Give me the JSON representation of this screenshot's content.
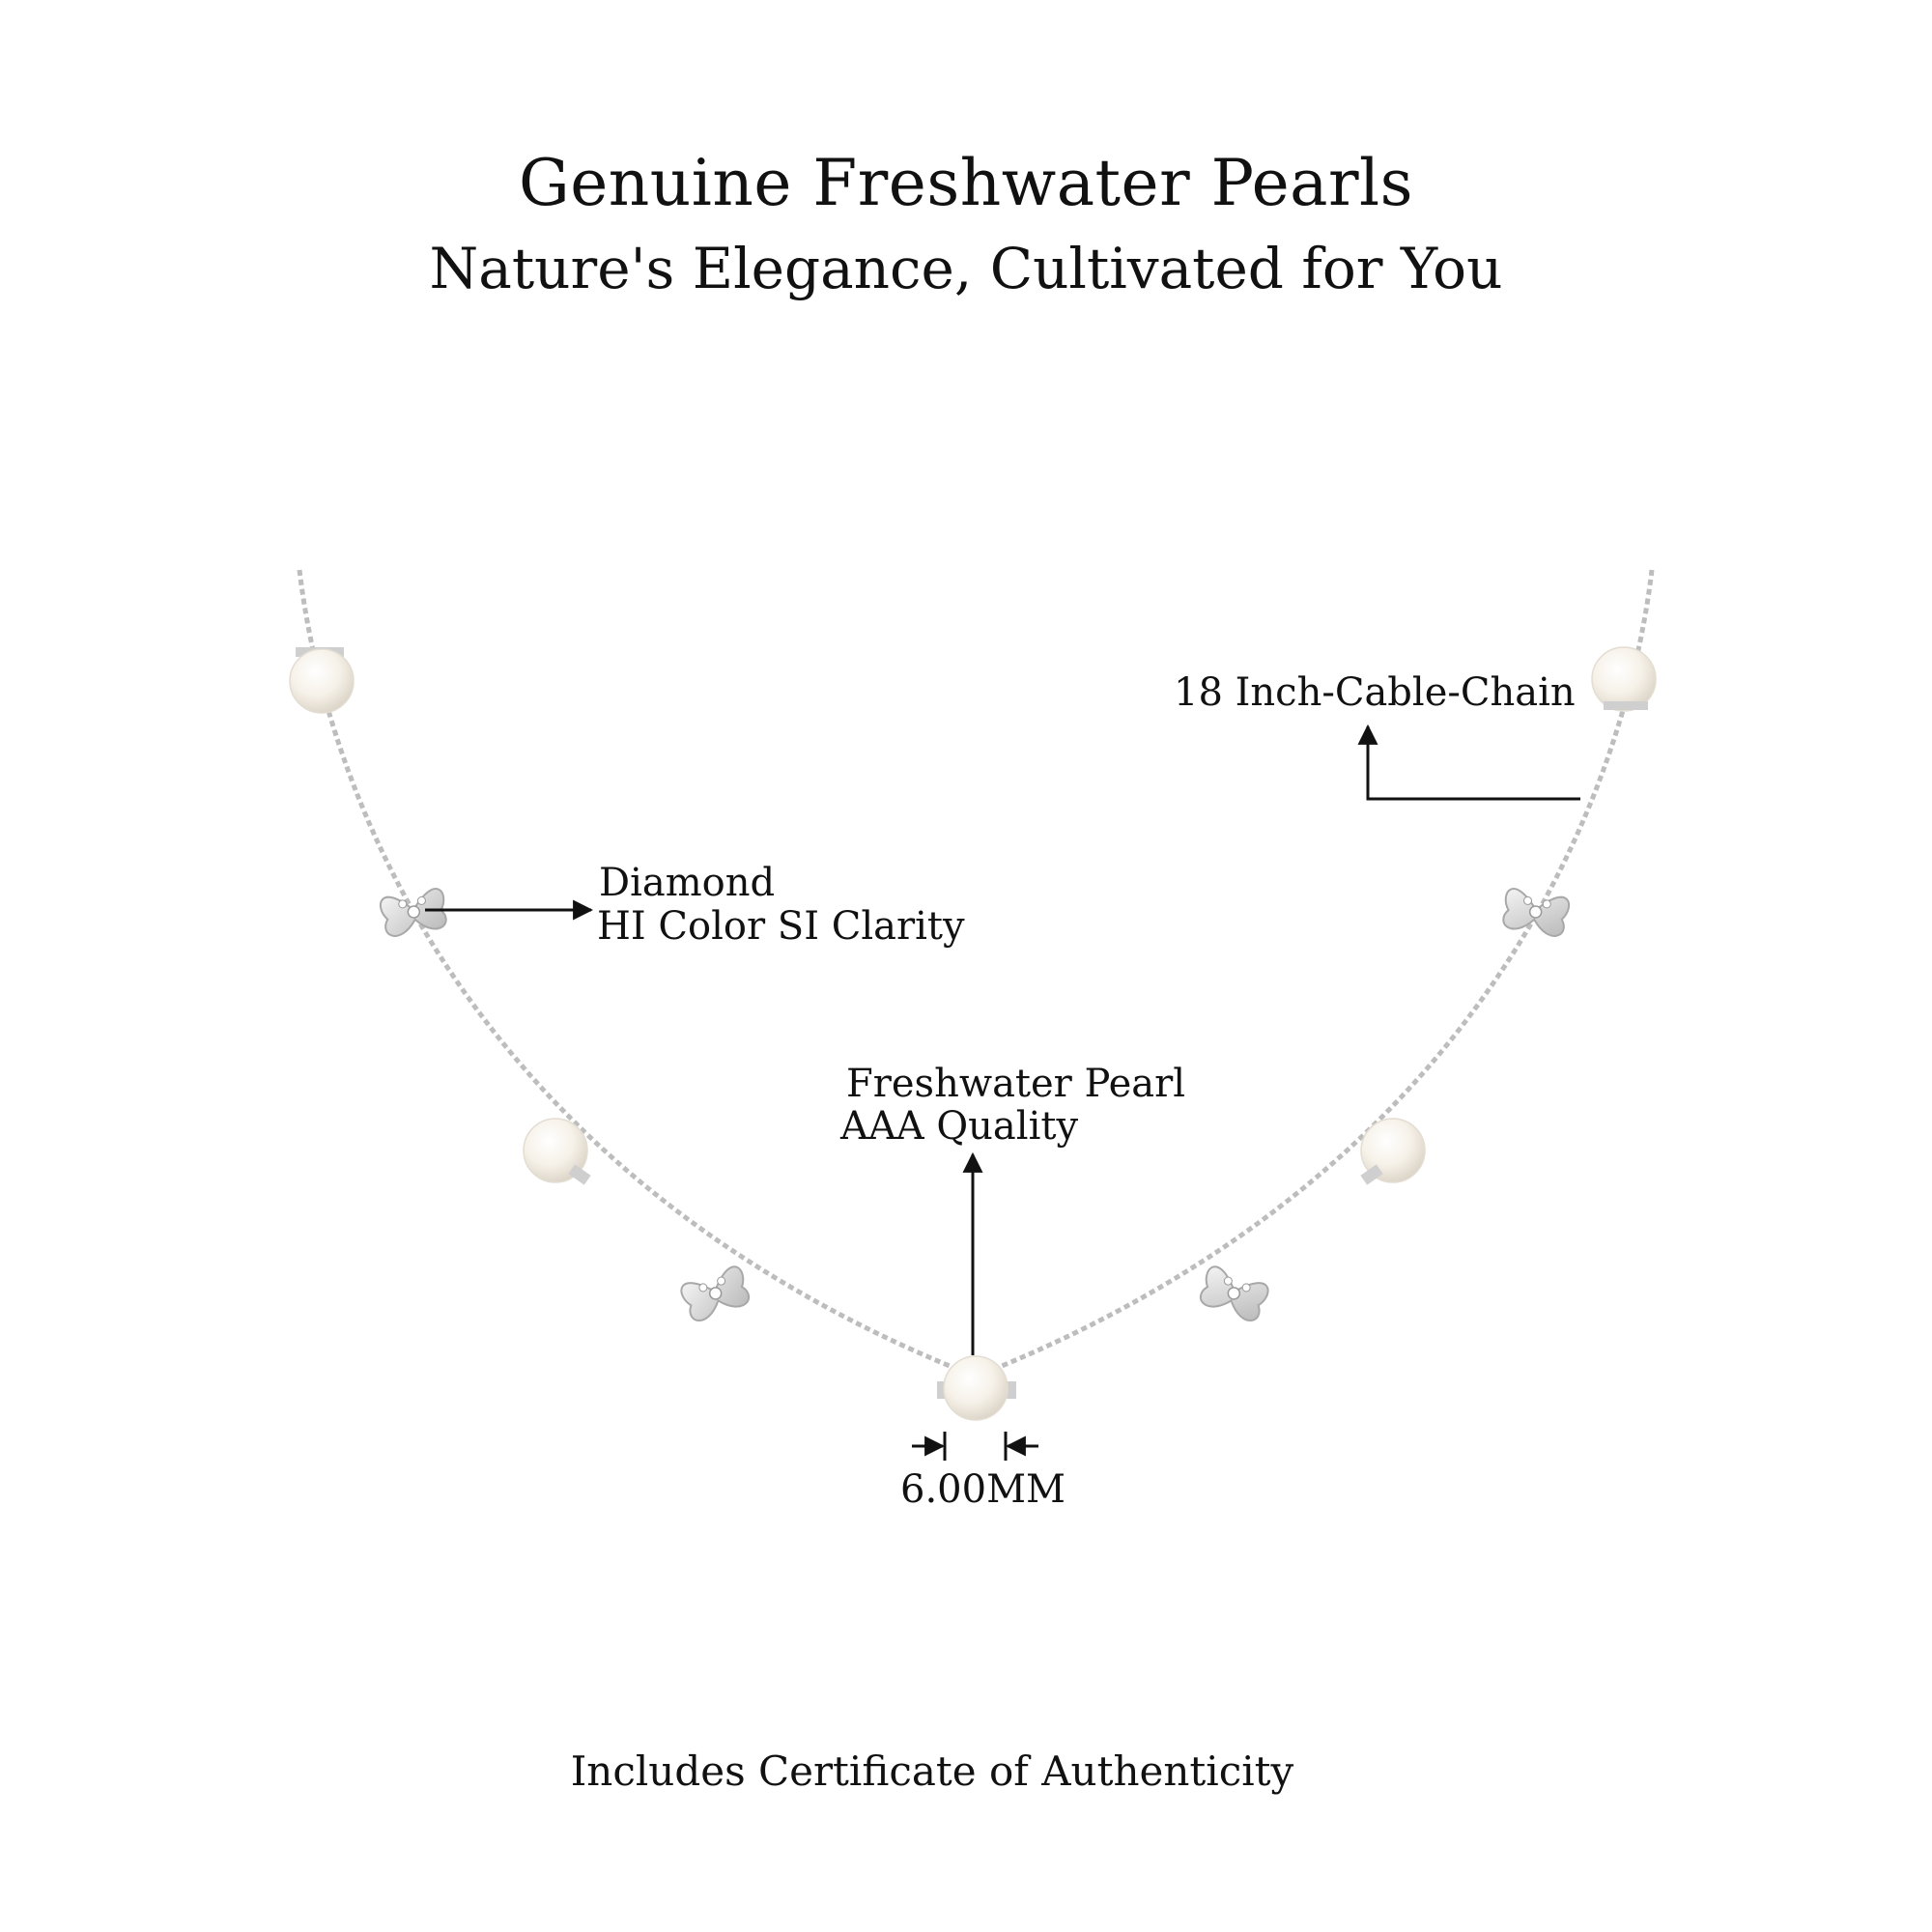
{
  "header": {
    "title": "Genuine Freshwater Pearls",
    "subtitle": "Nature's Elegance, Cultivated for You"
  },
  "callouts": {
    "chain": "18 Inch-Cable-Chain",
    "diamond_line1": "Diamond",
    "diamond_line2": "HI Color SI Clarity",
    "pearl_line1": "Freshwater Pearl",
    "pearl_line2": "AAA Quality",
    "pearl_size": "6.00MM"
  },
  "footer": {
    "text": "Includes Certificate of Authenticity"
  },
  "colors": {
    "chain": "#c9c9c9",
    "pearl": "#f6f2ea",
    "metal": "#d4d4d4",
    "ink": "#111111"
  },
  "icons": {
    "station": "butterfly-diamond-icon",
    "bead": "pearl-icon"
  }
}
